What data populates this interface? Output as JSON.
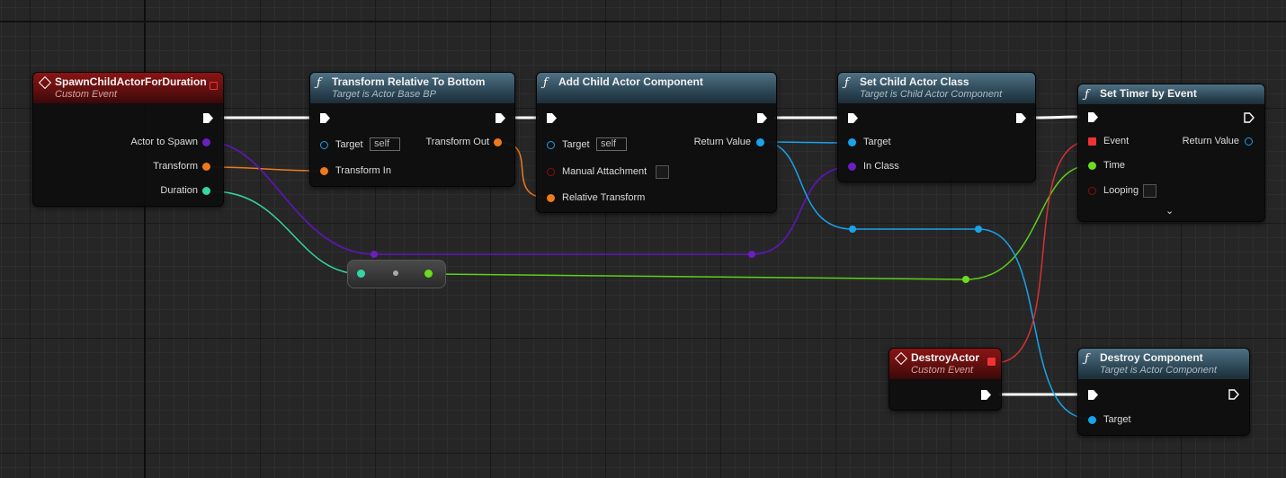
{
  "nodes": {
    "spawn_event": {
      "title": "SpawnChildActorForDuration",
      "subtitle": "Custom Event",
      "outputs": {
        "actor_to_spawn": "Actor to Spawn",
        "transform": "Transform",
        "duration": "Duration"
      }
    },
    "transform_relative": {
      "title": "Transform Relative To Bottom",
      "subtitle": "Target is Actor Base BP",
      "target_label": "Target",
      "target_value": "self",
      "transform_in": "Transform In",
      "transform_out": "Transform Out"
    },
    "add_child": {
      "title": "Add Child Actor Component",
      "subtitle": "",
      "target_label": "Target",
      "target_value": "self",
      "manual_attachment": "Manual Attachment",
      "relative_transform": "Relative Transform",
      "return_value": "Return Value"
    },
    "set_child_class": {
      "title": "Set Child Actor Class",
      "subtitle": "Target is Child Actor Component",
      "target_label": "Target",
      "in_class": "In Class"
    },
    "set_timer": {
      "title": "Set Timer by Event",
      "subtitle": "",
      "event": "Event",
      "time": "Time",
      "looping": "Looping",
      "return_value": "Return Value"
    },
    "destroy_event": {
      "title": "DestroyActor",
      "subtitle": "Custom Event"
    },
    "destroy_component": {
      "title": "Destroy Component",
      "subtitle": "Target is Actor Component",
      "target_label": "Target"
    }
  },
  "colors": {
    "exec": "#ffffff",
    "object": "#6a1fbf",
    "struct": "#ee7a1c",
    "float": "#35d6a6",
    "object_ref": "#1aa2ea",
    "delegate": "#e83838",
    "float_green": "#6ddc1e",
    "bool": "#8a0f0f"
  },
  "icons": {
    "function": "function-icon",
    "event": "event-diamond-icon",
    "expand": "chevron-down-icon"
  }
}
